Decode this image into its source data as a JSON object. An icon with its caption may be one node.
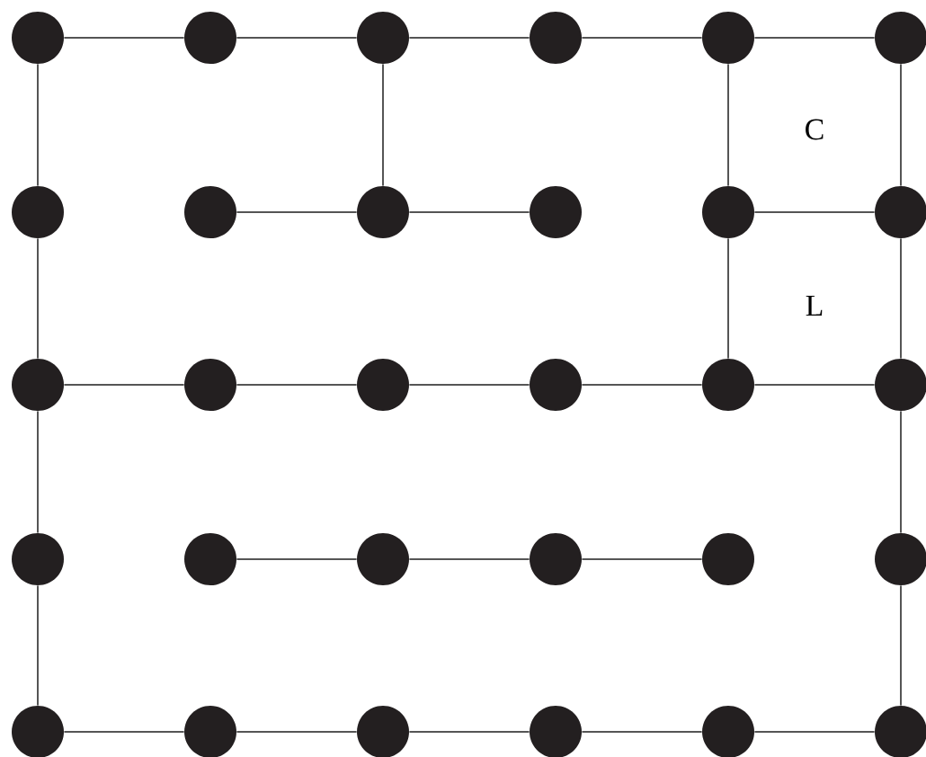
{
  "diagram": {
    "nodes": [
      {
        "text": [],
        "shape": "circle"
      },
      {
        "text": [],
        "shape": "circle"
      },
      {
        "text": [],
        "shape": "circle"
      },
      {
        "text": [],
        "shape": "circle"
      },
      {
        "text": [],
        "shape": "circle"
      },
      {
        "text": [],
        "shape": "circle"
      },
      {
        "text": [],
        "shape": "circle"
      },
      {
        "text": [],
        "shape": "circle"
      },
      {
        "text": [],
        "shape": "circle"
      },
      {
        "text": [],
        "shape": "circle"
      },
      {
        "text": [],
        "shape": "circle"
      },
      {
        "text": [],
        "shape": "circle"
      },
      {
        "text": [],
        "shape": "circle"
      },
      {
        "text": [],
        "shape": "circle"
      },
      {
        "text": [],
        "shape": "circle"
      },
      {
        "text": [],
        "shape": "circle"
      },
      {
        "text": [],
        "shape": "circle"
      },
      {
        "text": [],
        "shape": "circle"
      },
      {
        "text": [],
        "shape": "circle"
      },
      {
        "text": [],
        "shape": "circle"
      },
      {
        "text": [],
        "shape": "circle"
      },
      {
        "text": [],
        "shape": "circle"
      },
      {
        "text": [],
        "shape": "circle"
      },
      {
        "text": [],
        "shape": "circle"
      },
      {
        "text": [],
        "shape": "circle"
      },
      {
        "text": [],
        "shape": "circle"
      },
      {
        "text": [],
        "shape": "circle"
      },
      {
        "text": [],
        "shape": "circle"
      },
      {
        "text": [],
        "shape": "circle"
      },
      {
        "text": [],
        "shape": "circle"
      }
    ],
    "edges": [
      {
        "from": 0,
        "to": 1,
        "arrow": "none"
      },
      {
        "from": 1,
        "to": 2,
        "arrow": "none"
      },
      {
        "from": 2,
        "to": 3,
        "arrow": "none"
      },
      {
        "from": 3,
        "to": 4,
        "arrow": "none"
      },
      {
        "from": 4,
        "to": 5,
        "arrow": "none"
      },
      {
        "from": 0,
        "to": 6,
        "arrow": "none"
      },
      {
        "from": 2,
        "to": 8,
        "arrow": "none"
      },
      {
        "from": 4,
        "to": 10,
        "arrow": "none"
      },
      {
        "from": 5,
        "to": 11,
        "arrow": "none"
      },
      {
        "from": 7,
        "to": 8,
        "arrow": "none"
      },
      {
        "from": 8,
        "to": 9,
        "arrow": "none"
      },
      {
        "from": 10,
        "to": 11,
        "arrow": "none"
      },
      {
        "from": 6,
        "to": 12,
        "arrow": "none"
      },
      {
        "from": 10,
        "to": 16,
        "arrow": "none"
      },
      {
        "from": 11,
        "to": 17,
        "arrow": "none"
      },
      {
        "from": 12,
        "to": 13,
        "arrow": "none"
      },
      {
        "from": 13,
        "to": 14,
        "arrow": "none"
      },
      {
        "from": 14,
        "to": 15,
        "arrow": "none"
      },
      {
        "from": 15,
        "to": 16,
        "arrow": "none"
      },
      {
        "from": 16,
        "to": 17,
        "arrow": "none"
      },
      {
        "from": 12,
        "to": 18,
        "arrow": "none"
      },
      {
        "from": 17,
        "to": 23,
        "arrow": "none"
      },
      {
        "from": 19,
        "to": 20,
        "arrow": "none"
      },
      {
        "from": 20,
        "to": 21,
        "arrow": "none"
      },
      {
        "from": 21,
        "to": 22,
        "arrow": "none"
      },
      {
        "from": 18,
        "to": 24,
        "arrow": "none"
      },
      {
        "from": 23,
        "to": 29,
        "arrow": "none"
      },
      {
        "from": 24,
        "to": 25,
        "arrow": "none"
      },
      {
        "from": 25,
        "to": 26,
        "arrow": "none"
      },
      {
        "from": 26,
        "to": 27,
        "arrow": "none"
      },
      {
        "from": 27,
        "to": 28,
        "arrow": "none"
      },
      {
        "from": 28,
        "to": 29,
        "arrow": "none"
      }
    ],
    "labels": [
      "C",
      "L"
    ]
  }
}
